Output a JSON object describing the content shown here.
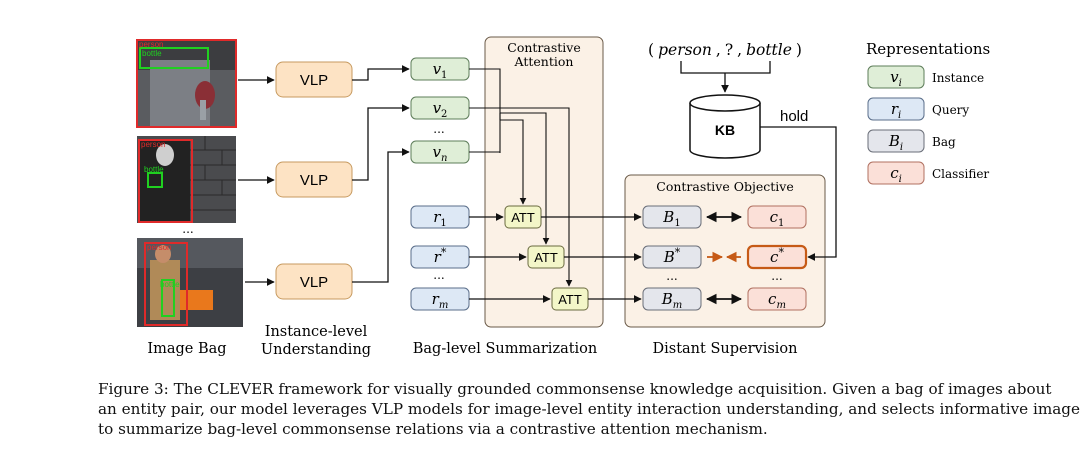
{
  "diagram": {
    "images": {
      "img1_boxes": [
        "bottle",
        "person"
      ],
      "img2_boxes": [
        "person",
        "bottle"
      ],
      "img3_boxes": [
        "person",
        "bottle"
      ],
      "ellipsis": "..."
    },
    "vlp_label": "VLP",
    "instance_vars": [
      {
        "base": "v",
        "sub": "1"
      },
      {
        "base": "v",
        "sub": "2"
      },
      {
        "base": "v",
        "sub": "n"
      }
    ],
    "query_vars": [
      {
        "base": "r",
        "sub": "1"
      },
      {
        "base": "r",
        "sup": "*"
      },
      {
        "base": "r",
        "sub": "m"
      }
    ],
    "bag_vars": [
      {
        "base": "B",
        "sub": "1"
      },
      {
        "base": "B",
        "sup": "*"
      },
      {
        "base": "B",
        "sub": "m"
      }
    ],
    "classifier_vars": [
      {
        "base": "c",
        "sub": "1"
      },
      {
        "base": "c",
        "sup": "*"
      },
      {
        "base": "c",
        "sub": "m"
      }
    ],
    "ellipsis": "...",
    "att_label": "ATT",
    "contrastive_attention_line1": "Contrastive",
    "contrastive_attention_line2": "Attention",
    "contrastive_objective": "Contrastive Objective",
    "triple": {
      "open": "(",
      "head": "person",
      "sep1": ",",
      "rel": "?",
      "sep2": ",",
      "tail": "bottle",
      "close": ")"
    },
    "kb_label": "KB",
    "hold_label": "hold",
    "legend": {
      "title": "Representations",
      "items": [
        {
          "base": "v",
          "sub": "i",
          "label": "Instance",
          "fill": "#dfeed7",
          "stroke": "#5e7d5a"
        },
        {
          "base": "r",
          "sub": "i",
          "label": "Query",
          "fill": "#dde8f5",
          "stroke": "#5a6e8a"
        },
        {
          "base": "B",
          "sub": "i",
          "label": "Bag",
          "fill": "#e4e6ec",
          "stroke": "#6a6e78"
        },
        {
          "base": "c",
          "sub": "i",
          "label": "Classifier",
          "fill": "#fbe0d8",
          "stroke": "#b07060"
        }
      ]
    },
    "section_labels": {
      "image_bag": "Image Bag",
      "instance_level_1": "Instance-level",
      "instance_level_2": "Understanding",
      "bag_level": "Bag-level Summarization",
      "distant": "Distant Supervision"
    }
  },
  "caption": {
    "line1": "Figure 3: The CLEVER framework for visually grounded commonsense knowledge acquisition. Given a bag of images about",
    "line2": "an entity pair, our model leverages VLP models for image-level entity interaction understanding, and selects informative images",
    "line3": "to summarize bag-level commonsense relations via a contrastive attention mechanism."
  },
  "colors": {
    "vlp_fill": "#fde3c4",
    "vlp_stroke": "#c79a5f",
    "instance_fill": "#dfeed7",
    "query_fill": "#dde8f5",
    "bag_fill": "#e4e6ec",
    "classifier_fill": "#fbe0d8",
    "att_fill": "#f3f6c8",
    "panel_fill": "#fbf1e6",
    "highlight": "#c65a16"
  }
}
